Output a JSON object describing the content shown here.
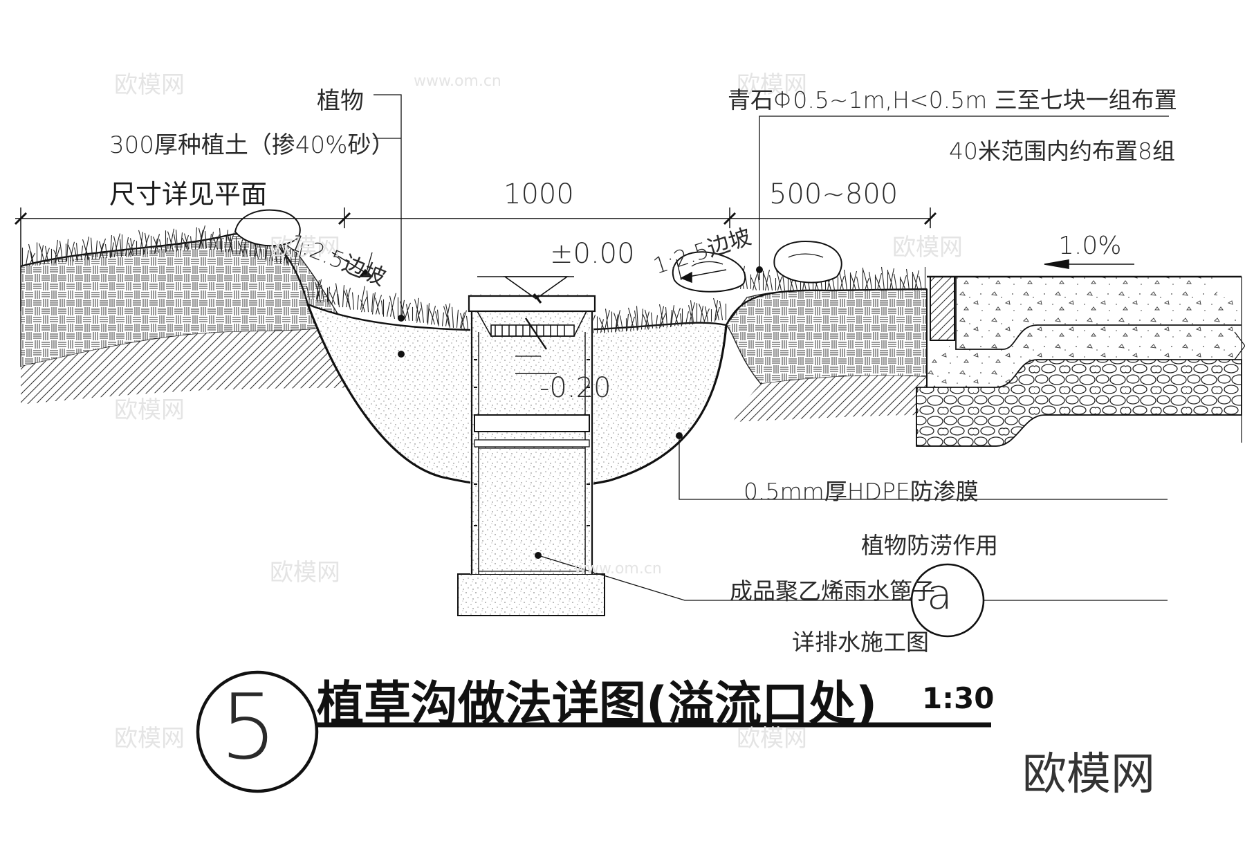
{
  "labels": {
    "plants": "植物",
    "soil": "300厚种植土（掺40%砂）",
    "dim_note": "尺寸详见平面",
    "dim_center": "1000",
    "dim_right": "500~800",
    "stone_spec": "青石Φ0.5~1m,H<0.5m   三至七块一组布置",
    "stone_groups": "40米范围内约布置8组",
    "slope_left": "1:2.5边坡",
    "slope_right": "1:2.5边坡",
    "elev_top": "±0.00",
    "elev_grate": "-0.20",
    "road_slope": "1.0%",
    "membrane": "0.5mm厚HDPE防渗膜",
    "plants_func": "植物防涝作用",
    "grate": "成品聚乙烯雨水篦子",
    "drainage_ref": "详排水施工图",
    "callout": "a"
  },
  "title": {
    "number": "5",
    "text": "植草沟做法详图(溢流口处)",
    "scale": "1:30"
  },
  "watermark": {
    "brand": "欧模网",
    "url": "www.om.cn"
  }
}
